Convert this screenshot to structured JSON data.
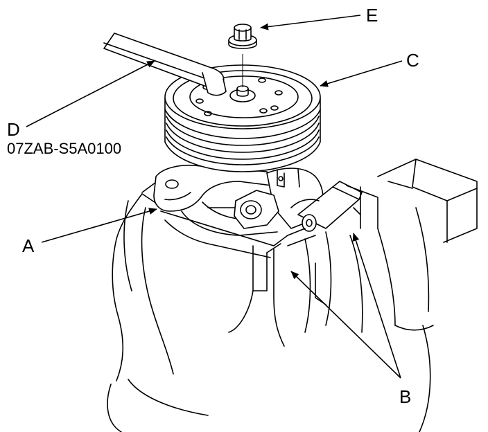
{
  "labels": {
    "a": "A",
    "b": "B",
    "c": "C",
    "d": "D",
    "e": "E"
  },
  "tool_number": "07ZAB-S5A0100"
}
